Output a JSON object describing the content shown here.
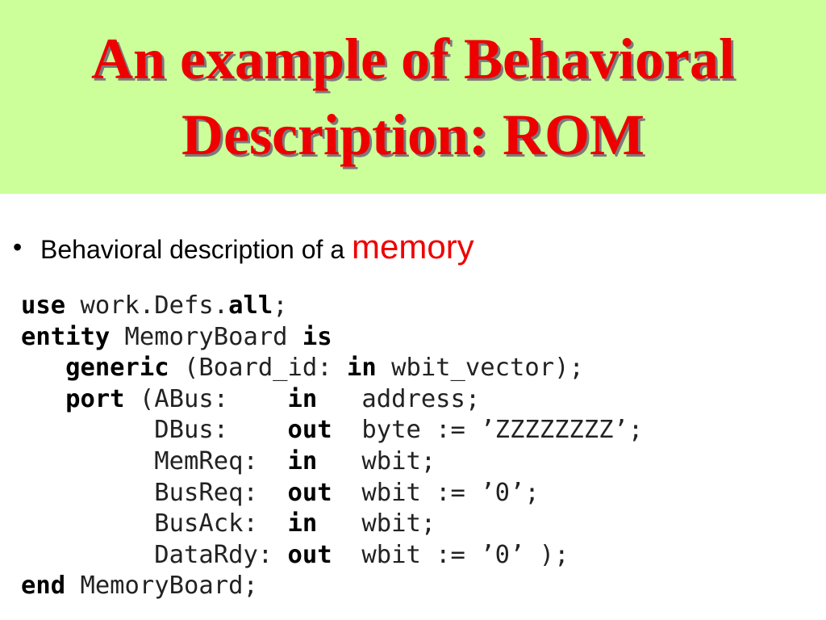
{
  "title": {
    "line1": "An example of Behavioral",
    "line2": "Description: ROM"
  },
  "bullet": {
    "marker": "•",
    "text": "Behavioral description of a ",
    "highlight": "memory"
  },
  "code": {
    "lines": [
      [
        {
          "t": "use",
          "b": true
        },
        {
          "t": " work.Defs."
        },
        {
          "t": "all",
          "b": true
        },
        {
          "t": ";"
        }
      ],
      [
        {
          "t": "entity",
          "b": true
        },
        {
          "t": " MemoryBoard "
        },
        {
          "t": "is",
          "b": true
        }
      ],
      [
        {
          "t": "   "
        },
        {
          "t": "generic",
          "b": true
        },
        {
          "t": " (Board_id: "
        },
        {
          "t": "in",
          "b": true
        },
        {
          "t": " wbit_vector);"
        }
      ],
      [
        {
          "t": "   "
        },
        {
          "t": "port",
          "b": true
        },
        {
          "t": " (ABus:    "
        },
        {
          "t": "in",
          "b": true
        },
        {
          "t": "   address;"
        }
      ],
      [
        {
          "t": "         DBus:    "
        },
        {
          "t": "out",
          "b": true
        },
        {
          "t": "  byte := ’ZZZZZZZZ’;"
        }
      ],
      [
        {
          "t": "         MemReq:  "
        },
        {
          "t": "in",
          "b": true
        },
        {
          "t": "   wbit;"
        }
      ],
      [
        {
          "t": "         BusReq:  "
        },
        {
          "t": "out",
          "b": true
        },
        {
          "t": "  wbit := ’0’;"
        }
      ],
      [
        {
          "t": "         BusAck:  "
        },
        {
          "t": "in",
          "b": true
        },
        {
          "t": "   wbit;"
        }
      ],
      [
        {
          "t": "         DataRdy: "
        },
        {
          "t": "out",
          "b": true
        },
        {
          "t": "  wbit := ’0’ );"
        }
      ],
      [
        {
          "t": "end",
          "b": true
        },
        {
          "t": " MemoryBoard;"
        }
      ]
    ]
  },
  "colors": {
    "title_band": "#ccff99",
    "title_text": "#ee0000",
    "highlight": "#ee0000"
  }
}
